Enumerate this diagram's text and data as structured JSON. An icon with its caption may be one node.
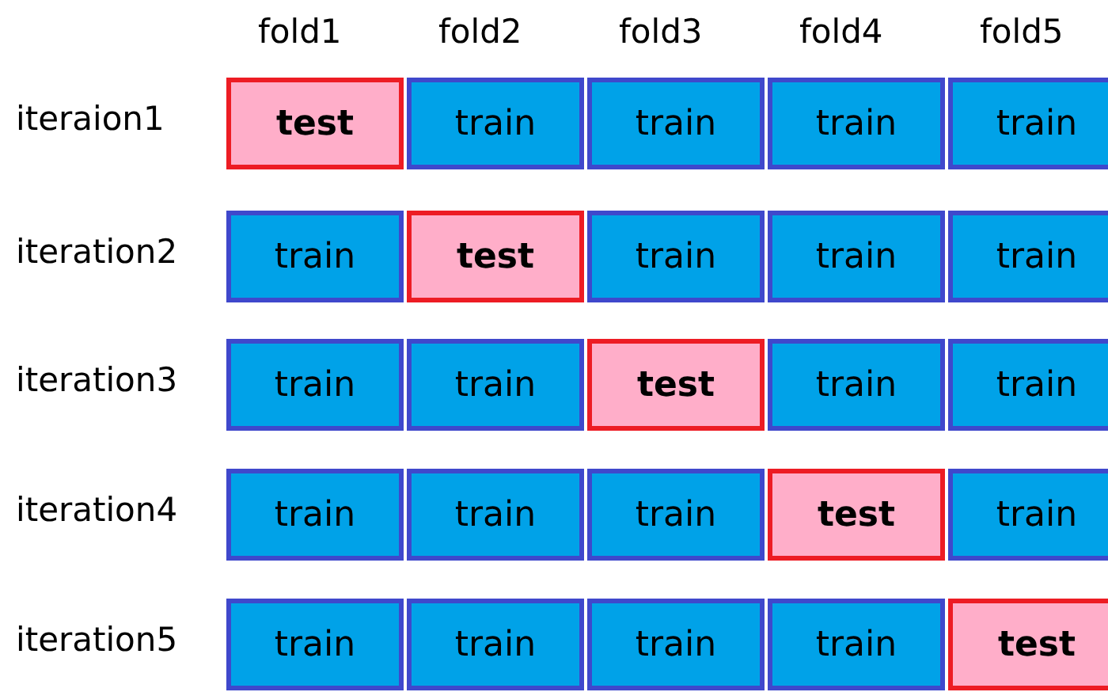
{
  "diagram": {
    "nodes": [
      {
        "text": [
          "test"
        ]
      },
      {
        "text": [
          "train"
        ]
      },
      {
        "text": [
          "train"
        ]
      },
      {
        "text": [
          "train"
        ]
      },
      {
        "text": [
          "train"
        ]
      },
      {
        "text": [
          "train"
        ]
      },
      {
        "text": [
          "test"
        ]
      },
      {
        "text": [
          "train"
        ]
      },
      {
        "text": [
          "train"
        ]
      },
      {
        "text": [
          "train"
        ]
      },
      {
        "text": [
          "train"
        ]
      },
      {
        "text": [
          "train"
        ]
      },
      {
        "text": [
          "test"
        ]
      },
      {
        "text": [
          "train"
        ]
      },
      {
        "text": [
          "train"
        ]
      },
      {
        "text": [
          "train"
        ]
      },
      {
        "text": [
          "train"
        ]
      },
      {
        "text": [
          "train"
        ]
      },
      {
        "text": [
          "test"
        ]
      },
      {
        "text": [
          "train"
        ]
      },
      {
        "text": [
          "train"
        ]
      },
      {
        "text": [
          "train"
        ]
      },
      {
        "text": [
          "train"
        ]
      },
      {
        "text": [
          "train"
        ]
      },
      {
        "text": [
          "test"
        ]
      }
    ],
    "labels": [
      "fold1",
      "fold2",
      "fold3",
      "fold4",
      "fold5",
      "iteraion1",
      "iteration2",
      "iteration3",
      "iteration4",
      "iteration5"
    ]
  }
}
